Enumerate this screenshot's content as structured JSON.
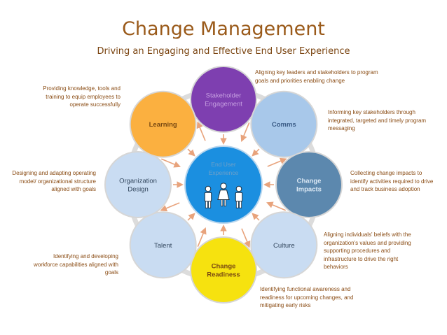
{
  "title": "Change Management",
  "subtitle": "Driving an Engaging and Effective End User Experience",
  "center": {
    "lines": [
      "End User",
      "Experience"
    ],
    "fill": "#1b8fe0",
    "text_color": "#6fa0c8"
  },
  "nodes": [
    {
      "key": "stakeholder",
      "lines": [
        "Stakeholder",
        "Engagement"
      ],
      "fill": "#7e3fb0",
      "text_color": "#c59ee0"
    },
    {
      "key": "comms",
      "lines": [
        "Comms"
      ],
      "fill": "#a8c8ea",
      "text_color": "#3b5c86"
    },
    {
      "key": "change-impacts",
      "lines": [
        "Change",
        "Impacts"
      ],
      "fill": "#5c88ae",
      "text_color": "#dbe8f4"
    },
    {
      "key": "culture",
      "lines": [
        "Culture"
      ],
      "fill": "#c9dcf2",
      "text_color": "#33475e"
    },
    {
      "key": "change-readiness",
      "lines": [
        "Change",
        "Readiness"
      ],
      "fill": "#f6e20f",
      "text_color": "#7a4a12"
    },
    {
      "key": "talent",
      "lines": [
        "Talent"
      ],
      "fill": "#c9dcf2",
      "text_color": "#33475e"
    },
    {
      "key": "organization-design",
      "lines": [
        "Organization",
        "Design"
      ],
      "fill": "#c9dcf2",
      "text_color": "#33475e"
    },
    {
      "key": "learning",
      "lines": [
        "Learning"
      ],
      "fill": "#fbb040",
      "text_color": "#7a4a12"
    }
  ],
  "descriptions": {
    "stakeholder": "Aligning key leaders and stakeholders to program goals and priorities enabling change",
    "comms": "Informing key stakeholders through integrated, targeted and timely program messaging",
    "change_impacts": "Collecting change impacts to identify activities required to drive and track business adoption",
    "culture": "Aligning individuals' beliefs with the organization's values and providing supporting procedures and infrastructure to drive the right behaviors",
    "change_readiness": "Identifying functional awareness and readiness for upcoming changes, and mitigating early risks",
    "talent": "Identifying and developing workforce capabilities aligned with goals",
    "organization_design": "Designing and adapting operating model/ organizational structure aligned with goals",
    "learning": "Providing knowledge, tools and training to equip employees to operate successfully"
  },
  "colors": {
    "title": "#9a5a1a",
    "text": "#8a4c14",
    "ring": "#dcdcdc",
    "arrow": "#e8a37c"
  }
}
